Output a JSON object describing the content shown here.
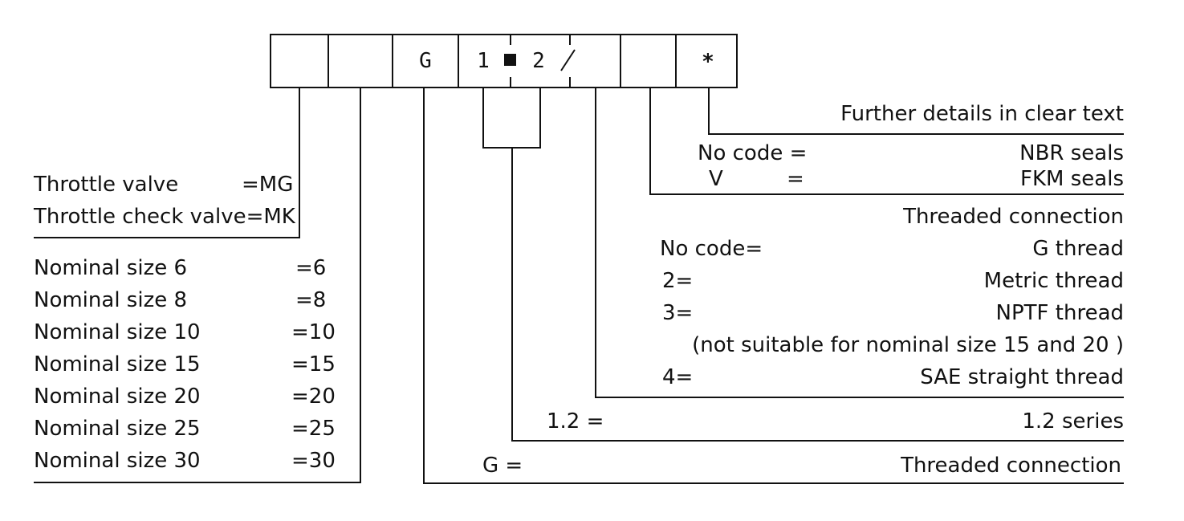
{
  "order_code": {
    "box_g": "G",
    "box_1": "1",
    "box_2": "2",
    "box_star": "*"
  },
  "further_details": {
    "text": "Further details in clear text"
  },
  "seals": {
    "nocode_code": "No code =",
    "nocode_desc": "NBR seals",
    "v_code": "V",
    "v_eq": "=",
    "v_desc": "FKM seals"
  },
  "thread_conn": {
    "heading": "Threaded connection",
    "nocode_code": "No code=",
    "nocode_desc": "G thread",
    "metric_code": "2=",
    "metric_desc": "Metric thread",
    "nptf_code": "3=",
    "nptf_desc": "NPTF thread",
    "nptf_note": "(not suitable for nominal size 15 and 20 )",
    "sae_code": "4=",
    "sae_desc": "SAE straight thread"
  },
  "series": {
    "code": "1.2 =",
    "desc": "1.2 series"
  },
  "connection": {
    "code": "G =",
    "desc": "Threaded connection"
  },
  "valve_type": {
    "throttle_label": "Throttle valve",
    "throttle_code": "=MG",
    "check_label": "Throttle check valve=MK"
  },
  "nominal_sizes": [
    {
      "label": "Nominal size 6",
      "code": "=6"
    },
    {
      "label": "Nominal size 8",
      "code": "=8"
    },
    {
      "label": "Nominal size 10",
      "code": "=10"
    },
    {
      "label": "Nominal size 15",
      "code": "=15"
    },
    {
      "label": "Nominal size 20",
      "code": "=20"
    },
    {
      "label": "Nominal size 25",
      "code": "=25"
    },
    {
      "label": "Nominal size 30",
      "code": "=30"
    }
  ]
}
